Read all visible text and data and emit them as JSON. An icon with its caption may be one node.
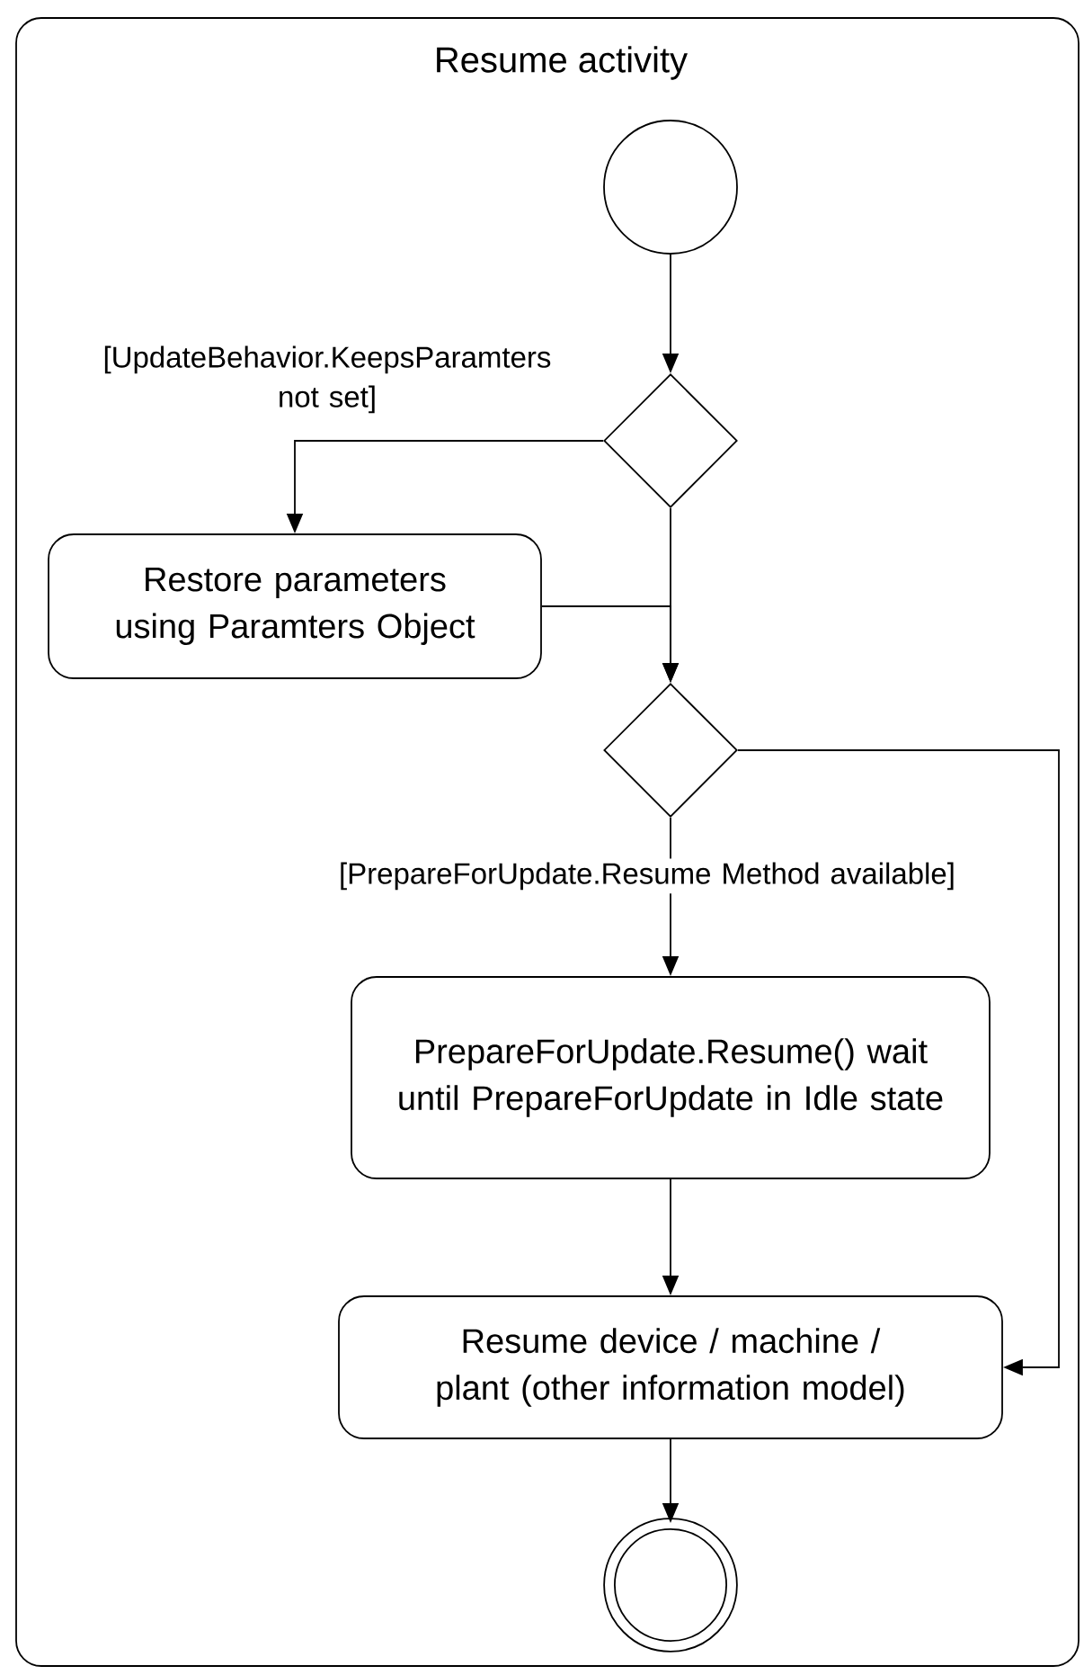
{
  "diagram": {
    "nodes": [
      {
        "text": [
          "Resume activity"
        ]
      },
      {
        "text": [],
        "shape": "circle",
        "in": 0
      },
      {
        "text": [],
        "shape": "diamond",
        "in": 0
      },
      {
        "text": [
          "Restore parameters using Paramters Object"
        ],
        "in": 0
      },
      {
        "text": [],
        "shape": "diamond",
        "in": 0
      },
      {
        "text": [
          "PrepareForUpdate.Resume() wait until PrepareForUpdate in Idle state"
        ],
        "in": 0
      },
      {
        "text": [
          "Resume device / machine / plant (other information model)"
        ],
        "in": 0
      },
      {
        "text": [],
        "shape": "circle",
        "in": 0
      }
    ],
    "edges": [
      {
        "from": 1,
        "to": 2,
        "arrow": "to"
      },
      {
        "from": 2,
        "to": 3,
        "arrow": "to",
        "label": "[UpdateBehavior.KeepsParamters not set]"
      },
      {
        "from": 2,
        "to": 4,
        "arrow": "to"
      },
      {
        "from": 3,
        "to": 4,
        "arrow": "to"
      },
      {
        "from": 4,
        "to": 5,
        "arrow": "to",
        "label": "[PrepareForUpdate.Resume Method available]"
      },
      {
        "from": 4,
        "to": 6,
        "arrow": "to"
      },
      {
        "from": 5,
        "to": 6,
        "arrow": "to"
      },
      {
        "from": 6,
        "to": 7,
        "arrow": "to"
      }
    ]
  }
}
